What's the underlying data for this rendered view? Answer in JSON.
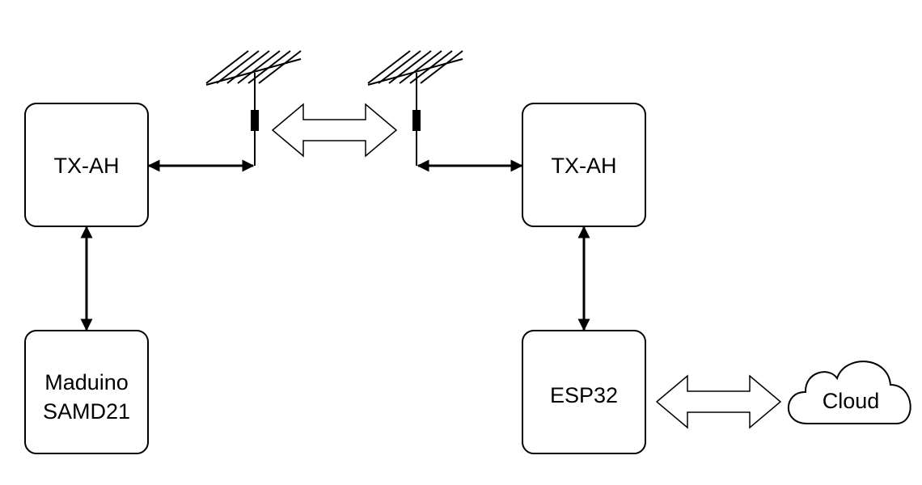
{
  "nodes": {
    "txah_left": {
      "label": "TX-AH"
    },
    "txah_right": {
      "label": "TX-AH"
    },
    "maduino": {
      "line1": "Maduino",
      "line2": "SAMD21"
    },
    "esp32": {
      "label": "ESP32"
    },
    "cloud": {
      "label": "Cloud"
    }
  },
  "icons": {
    "antenna_left": "antenna-icon",
    "antenna_right": "antenna-icon",
    "cloud": "cloud-icon"
  },
  "colors": {
    "stroke": "#000000",
    "fill": "#ffffff"
  }
}
